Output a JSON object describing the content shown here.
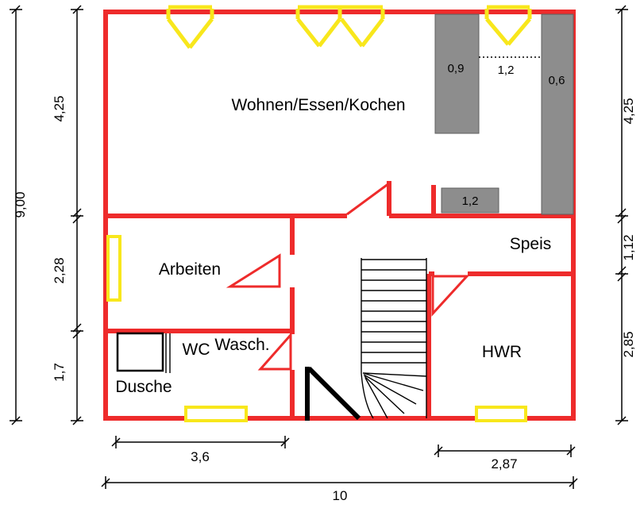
{
  "rooms": {
    "living": "Wohnen/Essen/Kochen",
    "office": "Arbeiten",
    "pantry": "Speis",
    "wc": "WC",
    "laundry": "Wasch.",
    "shower": "Dusche",
    "utility": "HWR"
  },
  "furniture_labels": {
    "counter_left": "0,9",
    "counter_gap": "1,2",
    "counter_right": "0,6",
    "sideboard": "1,2"
  },
  "dimensions": {
    "overall_height": "9,00",
    "left_top": "4,25",
    "left_middle": "2,28",
    "left_bottom": "1,7",
    "right_top": "4,25",
    "right_middle": "1,12",
    "right_bottom": "2,85",
    "bottom_left": "3,6",
    "bottom_right": "2,87",
    "overall_width": "10"
  },
  "colors": {
    "wall": "#ee2b2b",
    "window": "#f8e71c",
    "furniture": "#8d8d8d",
    "line": "#000000",
    "background": "#ffffff"
  }
}
